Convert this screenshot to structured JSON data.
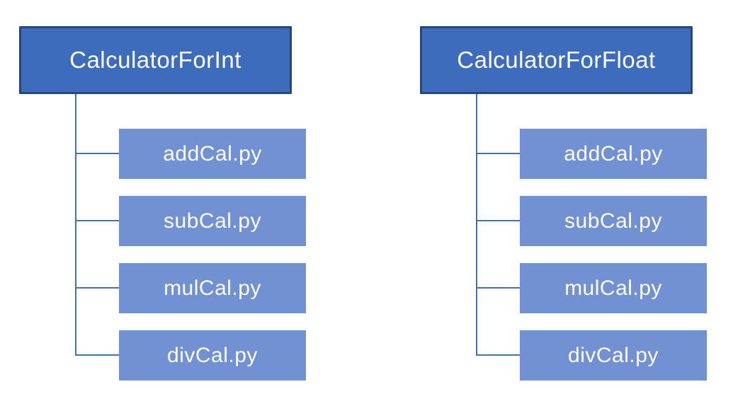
{
  "diagram": {
    "type": "hierarchy-tree",
    "colors": {
      "header_fill": "#3e6cbc",
      "header_border": "#26477d",
      "child_fill": "#7191d2",
      "connector": "#4470b5",
      "text": "#ffffff",
      "background": "#ffffff"
    },
    "trees": [
      {
        "root": "CalculatorForInt",
        "children": [
          "addCal.py",
          "subCal.py",
          "mulCal.py",
          "divCal.py"
        ]
      },
      {
        "root": "CalculatorForFloat",
        "children": [
          "addCal.py",
          "subCal.py",
          "mulCal.py",
          "divCal.py"
        ]
      }
    ]
  }
}
